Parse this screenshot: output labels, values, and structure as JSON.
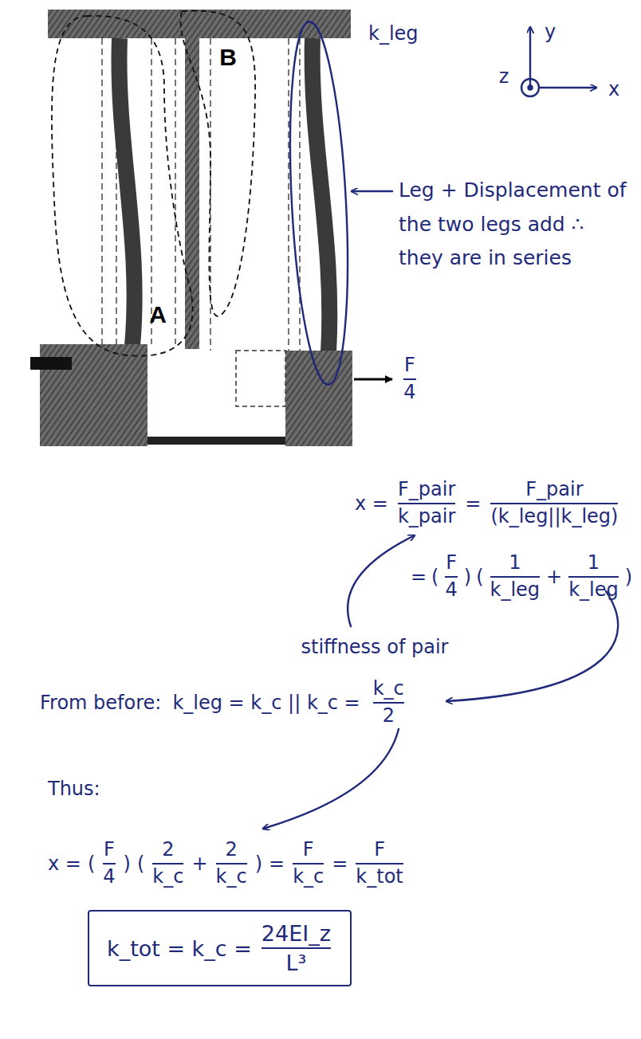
{
  "diagram": {
    "nodes": [
      {
        "text": [
          "k_tot = k_c =",
          "24EI_z",
          "L³"
        ]
      }
    ],
    "labels": [
      "B",
      "A",
      "k_leg",
      "y",
      "z",
      "x",
      "F",
      "4",
      "Leg + Displacement of the two legs add ∴ they are in series",
      "x =",
      "F_pair",
      "k_pair",
      "=",
      "F_pair",
      "(k_leg||k_leg)",
      "=",
      "(",
      "F",
      "4",
      ")",
      "(",
      "1",
      "k_leg",
      "+",
      "1",
      "k_leg",
      ")",
      "stiffness of pair",
      "From before:",
      "k_leg = k_c || k_c =",
      "k_c",
      "2",
      "Thus:",
      "x =",
      "(",
      "F",
      "4",
      ")",
      "(",
      "2",
      "k_c",
      "+",
      "2",
      "k_c",
      ")",
      "=",
      "F",
      "k_c",
      "=",
      "F",
      "k_tot"
    ]
  }
}
